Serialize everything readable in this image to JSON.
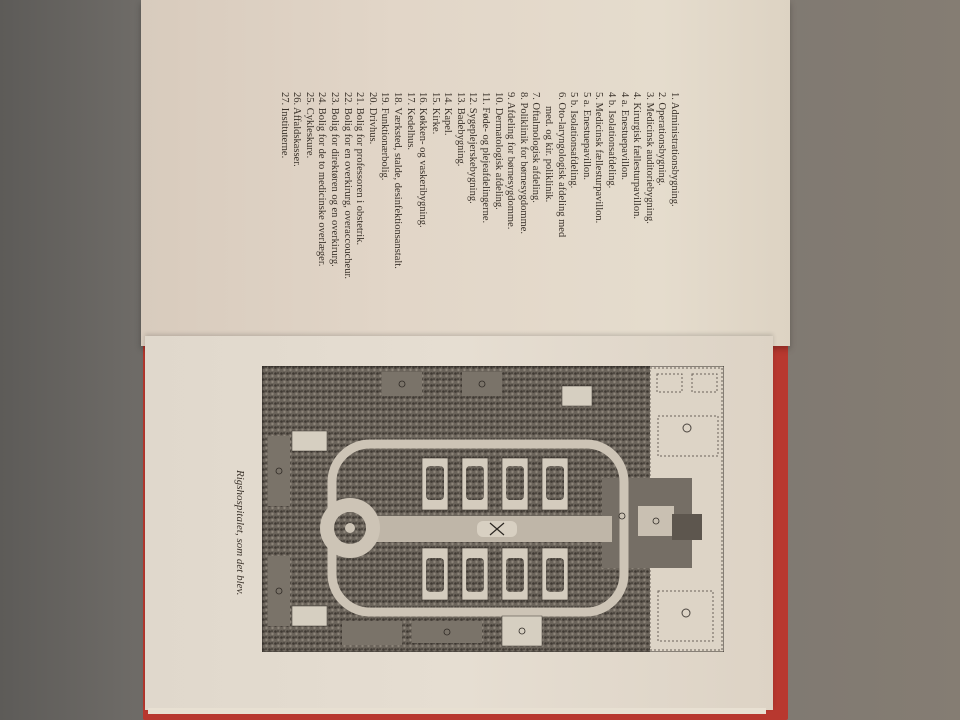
{
  "scene": "Open book photographed rotated 90 degrees on a grey surface, red cover visible",
  "top_page": {
    "legend_items": [
      "1. Administrationsbygning.",
      "2. Operationsbygning.",
      "3. Medicinsk auditoriebygning.",
      "4. Kirurgisk fællesturpavillon.",
      "4 a. Enestuepavillon.",
      "4 b. Isolationsafdeling.",
      "5. Medicinsk fællesturpavillon.",
      "5 a. Enestuepavillon.",
      "5 b. Isolationsafdeling.",
      "6. Oto-laryngologisk afdeling med",
      "   med. og kir. poliklinik.",
      "7. Oftalmologisk afdeling.",
      "8. Poliklinik for børnesygdomme.",
      "9. Afdeling for børnesygdomme.",
      "10. Dermatologisk afdeling.",
      "11. Føde- og plejeafdelingerne.",
      "12. Sygeplejerskebygning.",
      "13. Badebygning.",
      "14. Kapel.",
      "15. Kirke.",
      "16. Køkken- og vaskeribygning.",
      "17. Kedelhus.",
      "18. Værksted, stalde, desinfektionsanstalt.",
      "19. Funktionærbolig.",
      "20. Drivhus.",
      "21. Bolig for professoren i obstetrik.",
      "22. Bolig for en overkirurg, overaccoucheur.",
      "23. Bolig for direktøren og en overkirurg.",
      "24. Bolig for de to medicinske overlæger.",
      "25. Cykleskure.",
      "26. Affaldskasser.",
      "27. Instituterne."
    ]
  },
  "bottom_page": {
    "figure": "Site plan of hospital grounds",
    "caption": "Rigshospitalet, som det blev."
  },
  "colors": {
    "background": "#6e6b67",
    "page": "#e3d9cb",
    "cover": "#b8382f",
    "ink": "#3a322a",
    "plan_dark": "#5a544d",
    "plan_light": "#cfc6b8"
  }
}
